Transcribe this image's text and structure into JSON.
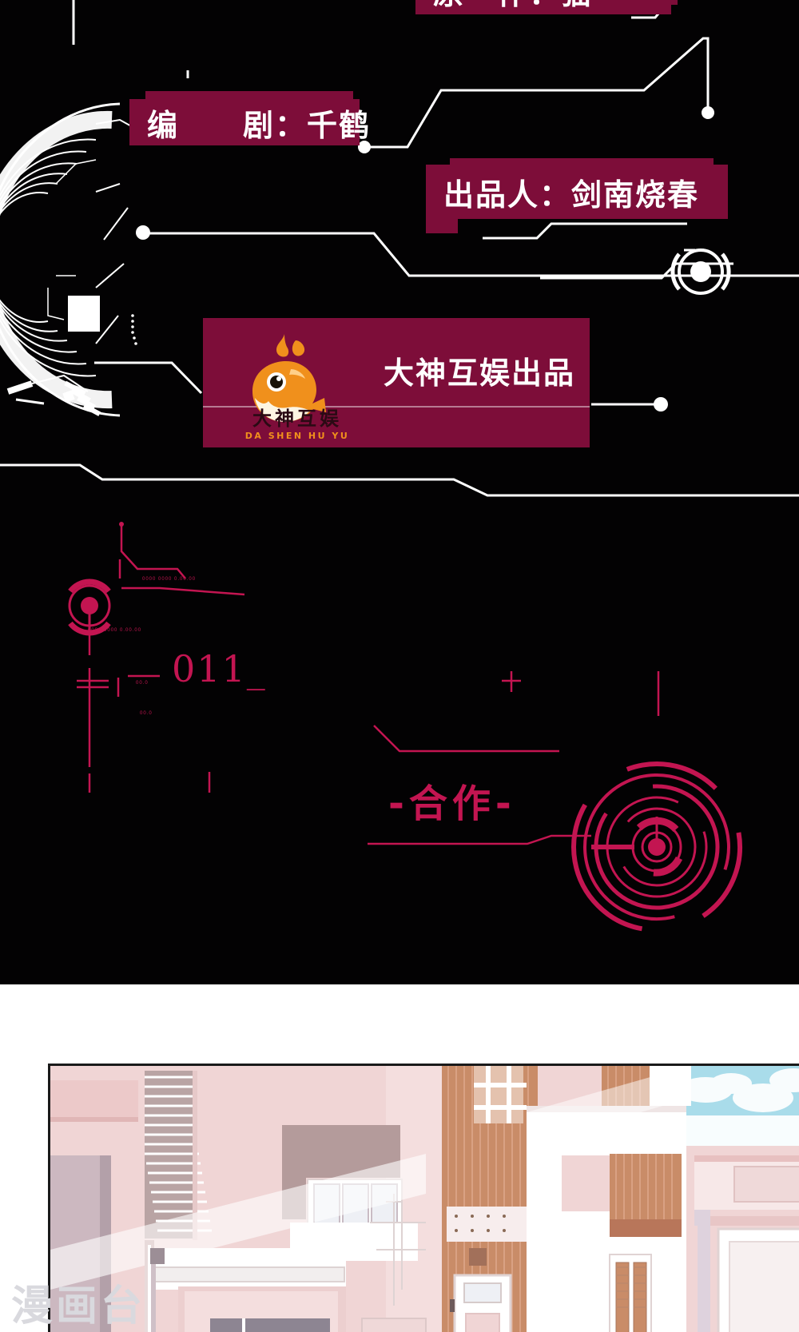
{
  "page": {
    "type": "webcomic-credits-page",
    "background": "#ffffff"
  },
  "colors": {
    "panel_background": "#030203",
    "band_maroon": "#7d0d39",
    "hud_crimson": "#c31551",
    "logo_orange": "#f0901c",
    "hud_white": "#ffffff",
    "watermark_gray": "#d9d9de"
  },
  "credits": {
    "origin_label": "原　作：猫",
    "writer_label": "编　　剧：千鹤",
    "producer_label": "出品人：剑南烧春",
    "studio_label": "大神互娱出品"
  },
  "logo": {
    "name_cn": "大神互娱",
    "name_pinyin": "DA SHEN HU YU",
    "mark": "whale-icon"
  },
  "hud": {
    "chapter_number": "011_",
    "cooperation_label": "-合作-",
    "micro_text_1": "0000 0000 0.00.00",
    "micro_text_2": "0000 0000 0.00.00",
    "micro_text_3": "00.0",
    "micro_text_4": "00.0"
  },
  "scene": {
    "description": "pastel residential street exterior",
    "sky_color": "#a9dcea",
    "wall_pink": "#f0d5d5",
    "wall_white": "#ffffff",
    "wood_tan": "#c98c68"
  },
  "watermark": {
    "text": "漫画台"
  }
}
